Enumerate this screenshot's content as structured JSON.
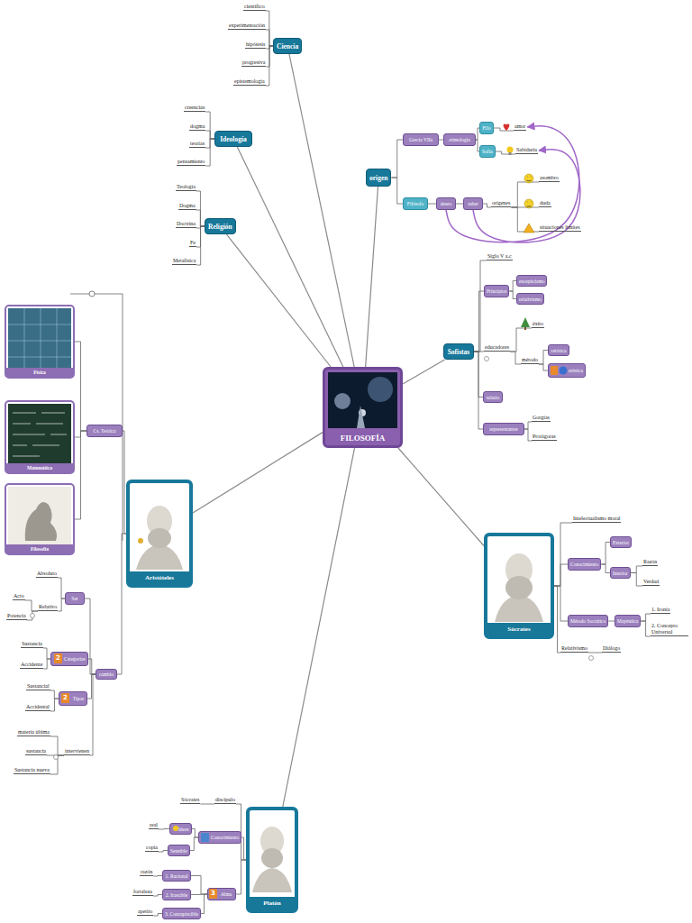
{
  "diagram": {
    "nodes": [
      {
        "text": [
          "FILOSOFÍA"
        ]
      },
      {
        "text": [
          "Ciencia"
        ]
      },
      {
        "text": [
          "científico"
        ]
      },
      {
        "text": [
          "experimentación"
        ]
      },
      {
        "text": [
          "hipótesis"
        ]
      },
      {
        "text": [
          "progresiva"
        ]
      },
      {
        "text": [
          "epistemología"
        ]
      },
      {
        "text": [
          "Ideología"
        ]
      },
      {
        "text": [
          "creencias"
        ]
      },
      {
        "text": [
          "dogma"
        ]
      },
      {
        "text": [
          "teorías"
        ]
      },
      {
        "text": [
          "pensamiento"
        ]
      },
      {
        "text": [
          "Religión"
        ]
      },
      {
        "text": [
          "Teología"
        ]
      },
      {
        "text": [
          "Dogma"
        ]
      },
      {
        "text": [
          "Doctrina"
        ]
      },
      {
        "text": [
          "Fe"
        ]
      },
      {
        "text": [
          "Metafísica"
        ]
      },
      {
        "text": [
          "origen"
        ]
      },
      {
        "text": [
          "Grecia VIIa"
        ]
      },
      {
        "text": [
          "etimología"
        ]
      },
      {
        "text": [
          "Filo"
        ]
      },
      {
        "text": [
          "amor"
        ]
      },
      {
        "text": [
          "Sofía"
        ]
      },
      {
        "text": [
          "Sabiduría"
        ]
      },
      {
        "text": [
          "Filósofo"
        ]
      },
      {
        "text": [
          "deseo"
        ]
      },
      {
        "text": [
          "saber"
        ]
      },
      {
        "text": [
          "orígenes"
        ]
      },
      {
        "text": [
          "asombro"
        ]
      },
      {
        "text": [
          "duda"
        ]
      },
      {
        "text": [
          "situaciones límites"
        ]
      },
      {
        "text": [
          "Sofistas"
        ]
      },
      {
        "text": [
          "Siglo V a.c"
        ]
      },
      {
        "text": [
          "Principios"
        ]
      },
      {
        "text": [
          "escepticismo"
        ]
      },
      {
        "text": [
          "relativismo"
        ]
      },
      {
        "text": [
          "educadores"
        ]
      },
      {
        "text": [
          "éxito"
        ]
      },
      {
        "text": [
          "método"
        ]
      },
      {
        "text": [
          "retórica"
        ]
      },
      {
        "text": [
          "erística"
        ]
      },
      {
        "text": [
          "salario"
        ]
      },
      {
        "text": [
          "representantes"
        ]
      },
      {
        "text": [
          "Gorgias"
        ]
      },
      {
        "text": [
          "Protágoras"
        ]
      },
      {
        "text": [
          "Sócrates"
        ]
      },
      {
        "text": [
          "Intelectualismo moral"
        ]
      },
      {
        "text": [
          "Conocimiento"
        ]
      },
      {
        "text": [
          "Exterior"
        ]
      },
      {
        "text": [
          "Interior"
        ]
      },
      {
        "text": [
          "Razón"
        ]
      },
      {
        "text": [
          "Verdad"
        ]
      },
      {
        "text": [
          "Método Socrático"
        ]
      },
      {
        "text": [
          "Mayéutica"
        ]
      },
      {
        "text": [
          "1. Ironía"
        ]
      },
      {
        "text": [
          "2. Concepto Universal"
        ]
      },
      {
        "text": [
          "Relativismo"
        ]
      },
      {
        "text": [
          "Diálogo"
        ]
      },
      {
        "text": [
          "Platón"
        ]
      },
      {
        "text": [
          "Sócrates"
        ]
      },
      {
        "text": [
          "discípulo"
        ]
      },
      {
        "text": [
          "Conocimiento"
        ]
      },
      {
        "text": [
          "Ideas"
        ]
      },
      {
        "text": [
          "real"
        ]
      },
      {
        "text": [
          "Sensible"
        ]
      },
      {
        "text": [
          "copia"
        ]
      },
      {
        "text": [
          "Alma"
        ]
      },
      {
        "text": [
          "1. Racional"
        ]
      },
      {
        "text": [
          "razón"
        ]
      },
      {
        "text": [
          "2. Irascible"
        ]
      },
      {
        "text": [
          "fortaleza"
        ]
      },
      {
        "text": [
          "3. Concupiscible"
        ]
      },
      {
        "text": [
          "apetito"
        ]
      },
      {
        "text": [
          "Aristóteles"
        ]
      },
      {
        "text": [
          "Cs. Teórica"
        ]
      },
      {
        "text": [
          "Física"
        ]
      },
      {
        "text": [
          "Matemática"
        ]
      },
      {
        "text": [
          "Filosofía"
        ]
      },
      {
        "text": [
          "cambio"
        ]
      },
      {
        "text": [
          "Ser"
        ]
      },
      {
        "text": [
          "Absoluto"
        ]
      },
      {
        "text": [
          "Relativo"
        ]
      },
      {
        "text": [
          "Acto"
        ]
      },
      {
        "text": [
          "Potencia"
        ]
      },
      {
        "text": [
          "Categorías"
        ]
      },
      {
        "text": [
          "Sustancia"
        ]
      },
      {
        "text": [
          "Accidente"
        ]
      },
      {
        "text": [
          "Tipos"
        ]
      },
      {
        "text": [
          "Sustancial"
        ]
      },
      {
        "text": [
          "Accidental"
        ]
      },
      {
        "text": [
          "intervienen"
        ]
      },
      {
        "text": [
          "materia última"
        ]
      },
      {
        "text": [
          "sustancia"
        ]
      },
      {
        "text": [
          "Sustancia nueva"
        ]
      }
    ],
    "edges": [
      {
        "from": 0,
        "to": 1,
        "arrow": "none"
      },
      {
        "from": 0,
        "to": 7,
        "arrow": "none"
      },
      {
        "from": 0,
        "to": 12,
        "arrow": "none"
      },
      {
        "from": 0,
        "to": 18,
        "arrow": "none"
      },
      {
        "from": 0,
        "to": 32,
        "arrow": "none"
      },
      {
        "from": 0,
        "to": 46,
        "arrow": "none"
      },
      {
        "from": 0,
        "to": 59,
        "arrow": "none"
      },
      {
        "from": 0,
        "to": 74,
        "arrow": "none"
      },
      {
        "from": 1,
        "to": 2,
        "arrow": "none"
      },
      {
        "from": 1,
        "to": 3,
        "arrow": "none"
      },
      {
        "from": 1,
        "to": 4,
        "arrow": "none"
      },
      {
        "from": 1,
        "to": 5,
        "arrow": "none"
      },
      {
        "from": 1,
        "to": 6,
        "arrow": "none"
      },
      {
        "from": 7,
        "to": 8,
        "arrow": "none"
      },
      {
        "from": 7,
        "to": 9,
        "arrow": "none"
      },
      {
        "from": 7,
        "to": 10,
        "arrow": "none"
      },
      {
        "from": 7,
        "to": 11,
        "arrow": "none"
      },
      {
        "from": 12,
        "to": 13,
        "arrow": "none"
      },
      {
        "from": 12,
        "to": 14,
        "arrow": "none"
      },
      {
        "from": 12,
        "to": 15,
        "arrow": "none"
      },
      {
        "from": 12,
        "to": 16,
        "arrow": "none"
      },
      {
        "from": 12,
        "to": 17,
        "arrow": "none"
      },
      {
        "from": 18,
        "to": 19,
        "arrow": "none"
      },
      {
        "from": 19,
        "to": 20,
        "arrow": "none"
      },
      {
        "from": 20,
        "to": 21,
        "arrow": "none"
      },
      {
        "from": 21,
        "to": 22,
        "arrow": "none"
      },
      {
        "from": 20,
        "to": 23,
        "arrow": "none"
      },
      {
        "from": 23,
        "to": 24,
        "arrow": "none"
      },
      {
        "from": 18,
        "to": 25,
        "arrow": "none"
      },
      {
        "from": 25,
        "to": 26,
        "arrow": "none"
      },
      {
        "from": 26,
        "to": 27,
        "arrow": "none"
      },
      {
        "from": 27,
        "to": 28,
        "arrow": "none"
      },
      {
        "from": 28,
        "to": 29,
        "arrow": "none"
      },
      {
        "from": 28,
        "to": 30,
        "arrow": "none"
      },
      {
        "from": 28,
        "to": 31,
        "arrow": "none"
      },
      {
        "from": 26,
        "to": 22,
        "arrow": "to"
      },
      {
        "from": 27,
        "to": 24,
        "arrow": "to"
      },
      {
        "from": 32,
        "to": 33,
        "arrow": "none"
      },
      {
        "from": 32,
        "to": 34,
        "arrow": "none"
      },
      {
        "from": 34,
        "to": 35,
        "arrow": "none"
      },
      {
        "from": 34,
        "to": 36,
        "arrow": "none"
      },
      {
        "from": 32,
        "to": 37,
        "arrow": "none"
      },
      {
        "from": 37,
        "to": 38,
        "arrow": "none"
      },
      {
        "from": 37,
        "to": 39,
        "arrow": "none"
      },
      {
        "from": 39,
        "to": 40,
        "arrow": "none"
      },
      {
        "from": 39,
        "to": 41,
        "arrow": "none"
      },
      {
        "from": 32,
        "to": 42,
        "arrow": "none"
      },
      {
        "from": 32,
        "to": 43,
        "arrow": "none"
      },
      {
        "from": 43,
        "to": 44,
        "arrow": "none"
      },
      {
        "from": 43,
        "to": 45,
        "arrow": "none"
      },
      {
        "from": 46,
        "to": 47,
        "arrow": "none"
      },
      {
        "from": 46,
        "to": 48,
        "arrow": "none"
      },
      {
        "from": 48,
        "to": 49,
        "arrow": "none"
      },
      {
        "from": 48,
        "to": 50,
        "arrow": "none"
      },
      {
        "from": 50,
        "to": 51,
        "arrow": "none"
      },
      {
        "from": 50,
        "to": 52,
        "arrow": "none"
      },
      {
        "from": 46,
        "to": 53,
        "arrow": "none"
      },
      {
        "from": 53,
        "to": 54,
        "arrow": "none"
      },
      {
        "from": 54,
        "to": 55,
        "arrow": "none"
      },
      {
        "from": 54,
        "to": 56,
        "arrow": "none"
      },
      {
        "from": 46,
        "to": 57,
        "arrow": "none"
      },
      {
        "from": 57,
        "to": 58,
        "arrow": "none"
      },
      {
        "from": 59,
        "to": 61,
        "arrow": "none"
      },
      {
        "from": 61,
        "to": 60,
        "arrow": "none"
      },
      {
        "from": 59,
        "to": 62,
        "arrow": "none"
      },
      {
        "from": 62,
        "to": 63,
        "arrow": "none"
      },
      {
        "from": 63,
        "to": 64,
        "arrow": "none"
      },
      {
        "from": 62,
        "to": 65,
        "arrow": "none"
      },
      {
        "from": 65,
        "to": 66,
        "arrow": "none"
      },
      {
        "from": 59,
        "to": 67,
        "arrow": "none"
      },
      {
        "from": 67,
        "to": 68,
        "arrow": "none"
      },
      {
        "from": 68,
        "to": 69,
        "arrow": "none"
      },
      {
        "from": 67,
        "to": 70,
        "arrow": "none"
      },
      {
        "from": 70,
        "to": 71,
        "arrow": "none"
      },
      {
        "from": 67,
        "to": 72,
        "arrow": "none"
      },
      {
        "from": 72,
        "to": 73,
        "arrow": "none"
      },
      {
        "from": 74,
        "to": 75,
        "arrow": "none"
      },
      {
        "from": 75,
        "to": 76,
        "arrow": "none"
      },
      {
        "from": 75,
        "to": 77,
        "arrow": "none"
      },
      {
        "from": 75,
        "to": 78,
        "arrow": "none"
      },
      {
        "from": 74,
        "to": 79,
        "arrow": "none"
      },
      {
        "from": 79,
        "to": 80,
        "arrow": "none"
      },
      {
        "from": 80,
        "to": 81,
        "arrow": "none"
      },
      {
        "from": 80,
        "to": 82,
        "arrow": "none"
      },
      {
        "from": 82,
        "to": 83,
        "arrow": "none"
      },
      {
        "from": 82,
        "to": 84,
        "arrow": "none"
      },
      {
        "from": 79,
        "to": 85,
        "arrow": "none"
      },
      {
        "from": 85,
        "to": 86,
        "arrow": "none"
      },
      {
        "from": 85,
        "to": 87,
        "arrow": "none"
      },
      {
        "from": 79,
        "to": 88,
        "arrow": "none"
      },
      {
        "from": 88,
        "to": 89,
        "arrow": "none"
      },
      {
        "from": 88,
        "to": 90,
        "arrow": "none"
      },
      {
        "from": 79,
        "to": 91,
        "arrow": "none"
      },
      {
        "from": 91,
        "to": 92,
        "arrow": "none"
      },
      {
        "from": 91,
        "to": 93,
        "arrow": "none"
      },
      {
        "from": 91,
        "to": 94,
        "arrow": "none"
      }
    ],
    "labels": [
      "2",
      "2",
      "3"
    ]
  }
}
